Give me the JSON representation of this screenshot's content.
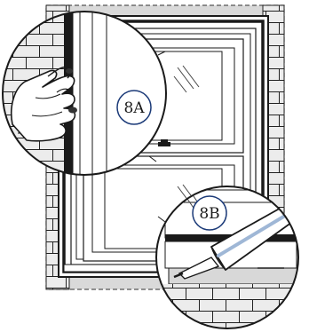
{
  "figure": {
    "callouts": [
      {
        "id": "8A",
        "label": "8A"
      },
      {
        "id": "8B",
        "label": "8B"
      }
    ]
  },
  "colors": {
    "line": "#1a1a1a",
    "siding_fill": "#ededed",
    "frame_fill": "#ffffff",
    "seal_band": "#d8d8d8",
    "dashed_border": "#555555",
    "label_ring": "#1b3a78"
  }
}
